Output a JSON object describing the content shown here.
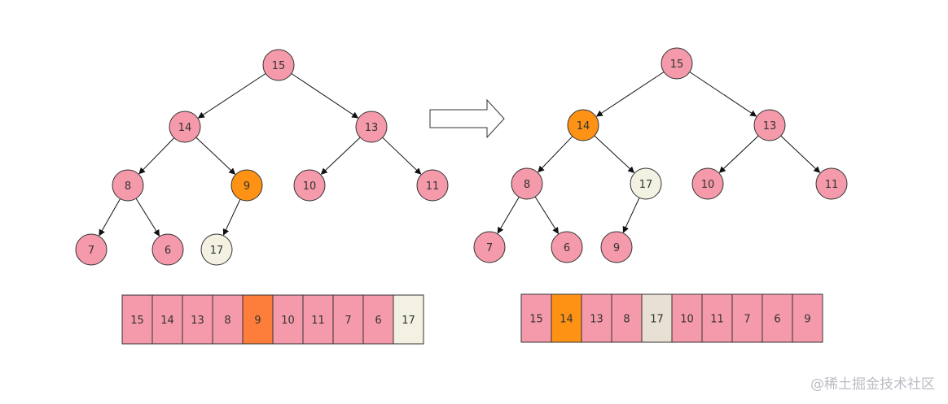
{
  "colors": {
    "node_default": "#f59aab",
    "node_highlight": "#fe9214",
    "node_new": "#f3f1e2",
    "cell_highlight_left": "#fd7e3a",
    "cell_highlight_right": "#fe9214",
    "cell_new_left": "#f3f1e2",
    "cell_new_right": "#e8e1d3",
    "stroke": "#333333",
    "edge": "#111111"
  },
  "left_panel": {
    "nodes": [
      {
        "id": "n0",
        "label": "15",
        "state": "default"
      },
      {
        "id": "n1",
        "label": "14",
        "state": "default"
      },
      {
        "id": "n2",
        "label": "13",
        "state": "default"
      },
      {
        "id": "n3",
        "label": "8",
        "state": "default"
      },
      {
        "id": "n4",
        "label": "9",
        "state": "highlight"
      },
      {
        "id": "n5",
        "label": "10",
        "state": "default"
      },
      {
        "id": "n6",
        "label": "11",
        "state": "default"
      },
      {
        "id": "n7",
        "label": "7",
        "state": "default"
      },
      {
        "id": "n8",
        "label": "6",
        "state": "default"
      },
      {
        "id": "n9",
        "label": "17",
        "state": "new"
      }
    ],
    "edges": [
      [
        "n0",
        "n1"
      ],
      [
        "n0",
        "n2"
      ],
      [
        "n1",
        "n3"
      ],
      [
        "n1",
        "n4"
      ],
      [
        "n2",
        "n5"
      ],
      [
        "n2",
        "n6"
      ],
      [
        "n3",
        "n7"
      ],
      [
        "n3",
        "n8"
      ],
      [
        "n4",
        "n9"
      ]
    ],
    "array": [
      {
        "label": "15",
        "state": "default"
      },
      {
        "label": "14",
        "state": "default"
      },
      {
        "label": "13",
        "state": "default"
      },
      {
        "label": "8",
        "state": "default"
      },
      {
        "label": "9",
        "state": "highlight"
      },
      {
        "label": "10",
        "state": "default"
      },
      {
        "label": "11",
        "state": "default"
      },
      {
        "label": "7",
        "state": "default"
      },
      {
        "label": "6",
        "state": "default"
      },
      {
        "label": "17",
        "state": "new"
      }
    ]
  },
  "right_panel": {
    "nodes": [
      {
        "id": "n0",
        "label": "15",
        "state": "default"
      },
      {
        "id": "n1",
        "label": "14",
        "state": "highlight"
      },
      {
        "id": "n2",
        "label": "13",
        "state": "default"
      },
      {
        "id": "n3",
        "label": "8",
        "state": "default"
      },
      {
        "id": "n4",
        "label": "17",
        "state": "new"
      },
      {
        "id": "n5",
        "label": "10",
        "state": "default"
      },
      {
        "id": "n6",
        "label": "11",
        "state": "default"
      },
      {
        "id": "n7",
        "label": "7",
        "state": "default"
      },
      {
        "id": "n8",
        "label": "6",
        "state": "default"
      },
      {
        "id": "n9",
        "label": "9",
        "state": "default"
      }
    ],
    "edges": [
      [
        "n0",
        "n1"
      ],
      [
        "n0",
        "n2"
      ],
      [
        "n1",
        "n3"
      ],
      [
        "n1",
        "n4"
      ],
      [
        "n2",
        "n5"
      ],
      [
        "n2",
        "n6"
      ],
      [
        "n3",
        "n7"
      ],
      [
        "n3",
        "n8"
      ],
      [
        "n4",
        "n9"
      ]
    ],
    "array": [
      {
        "label": "15",
        "state": "default"
      },
      {
        "label": "14",
        "state": "highlight"
      },
      {
        "label": "13",
        "state": "default"
      },
      {
        "label": "8",
        "state": "default"
      },
      {
        "label": "17",
        "state": "new"
      },
      {
        "label": "10",
        "state": "default"
      },
      {
        "label": "11",
        "state": "default"
      },
      {
        "label": "7",
        "state": "default"
      },
      {
        "label": "6",
        "state": "default"
      },
      {
        "label": "9",
        "state": "default"
      }
    ]
  },
  "transition_icon": "right-arrow-icon",
  "watermark": "@稀土掘金技术社区"
}
